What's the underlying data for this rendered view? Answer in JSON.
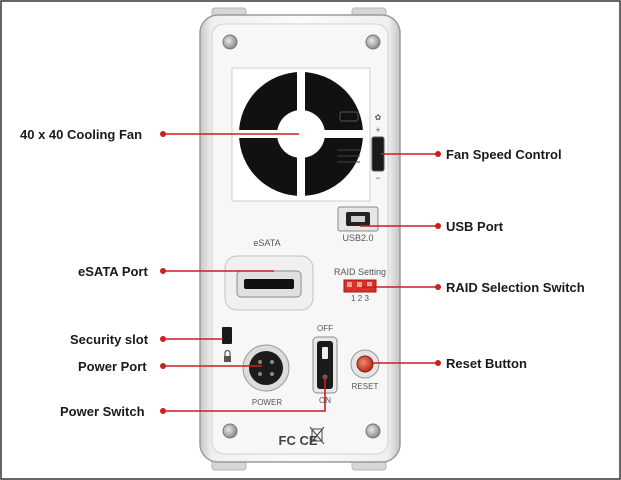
{
  "callouts": {
    "cooling_fan": "40 x 40 Cooling Fan",
    "esata_port": "eSATA Port",
    "security_slot": "Security slot",
    "power_port": "Power Port",
    "power_switch": "Power Switch",
    "fan_speed_control": "Fan Speed Control",
    "usb_port": "USB Port",
    "raid_selection_switch": "RAID Selection Switch",
    "reset_button": "Reset Button"
  },
  "panel": {
    "esata": "eSATA",
    "usb": "USB2.0",
    "raid_setting": "RAID Setting",
    "raid_numbers": "1 2 3",
    "off": "OFF",
    "on": "ON",
    "power": "POWER",
    "reset": "RESET",
    "fan_plus": "+",
    "fan_minus": "−",
    "certification": "FC CE"
  },
  "colors": {
    "leader": "#cc1f1f",
    "raid_switch": "#d9302a",
    "reset_button": "#c0392b"
  },
  "icons": [
    "fan-icon",
    "lock-icon",
    "weee-bin-icon",
    "fc-ce-marks"
  ]
}
